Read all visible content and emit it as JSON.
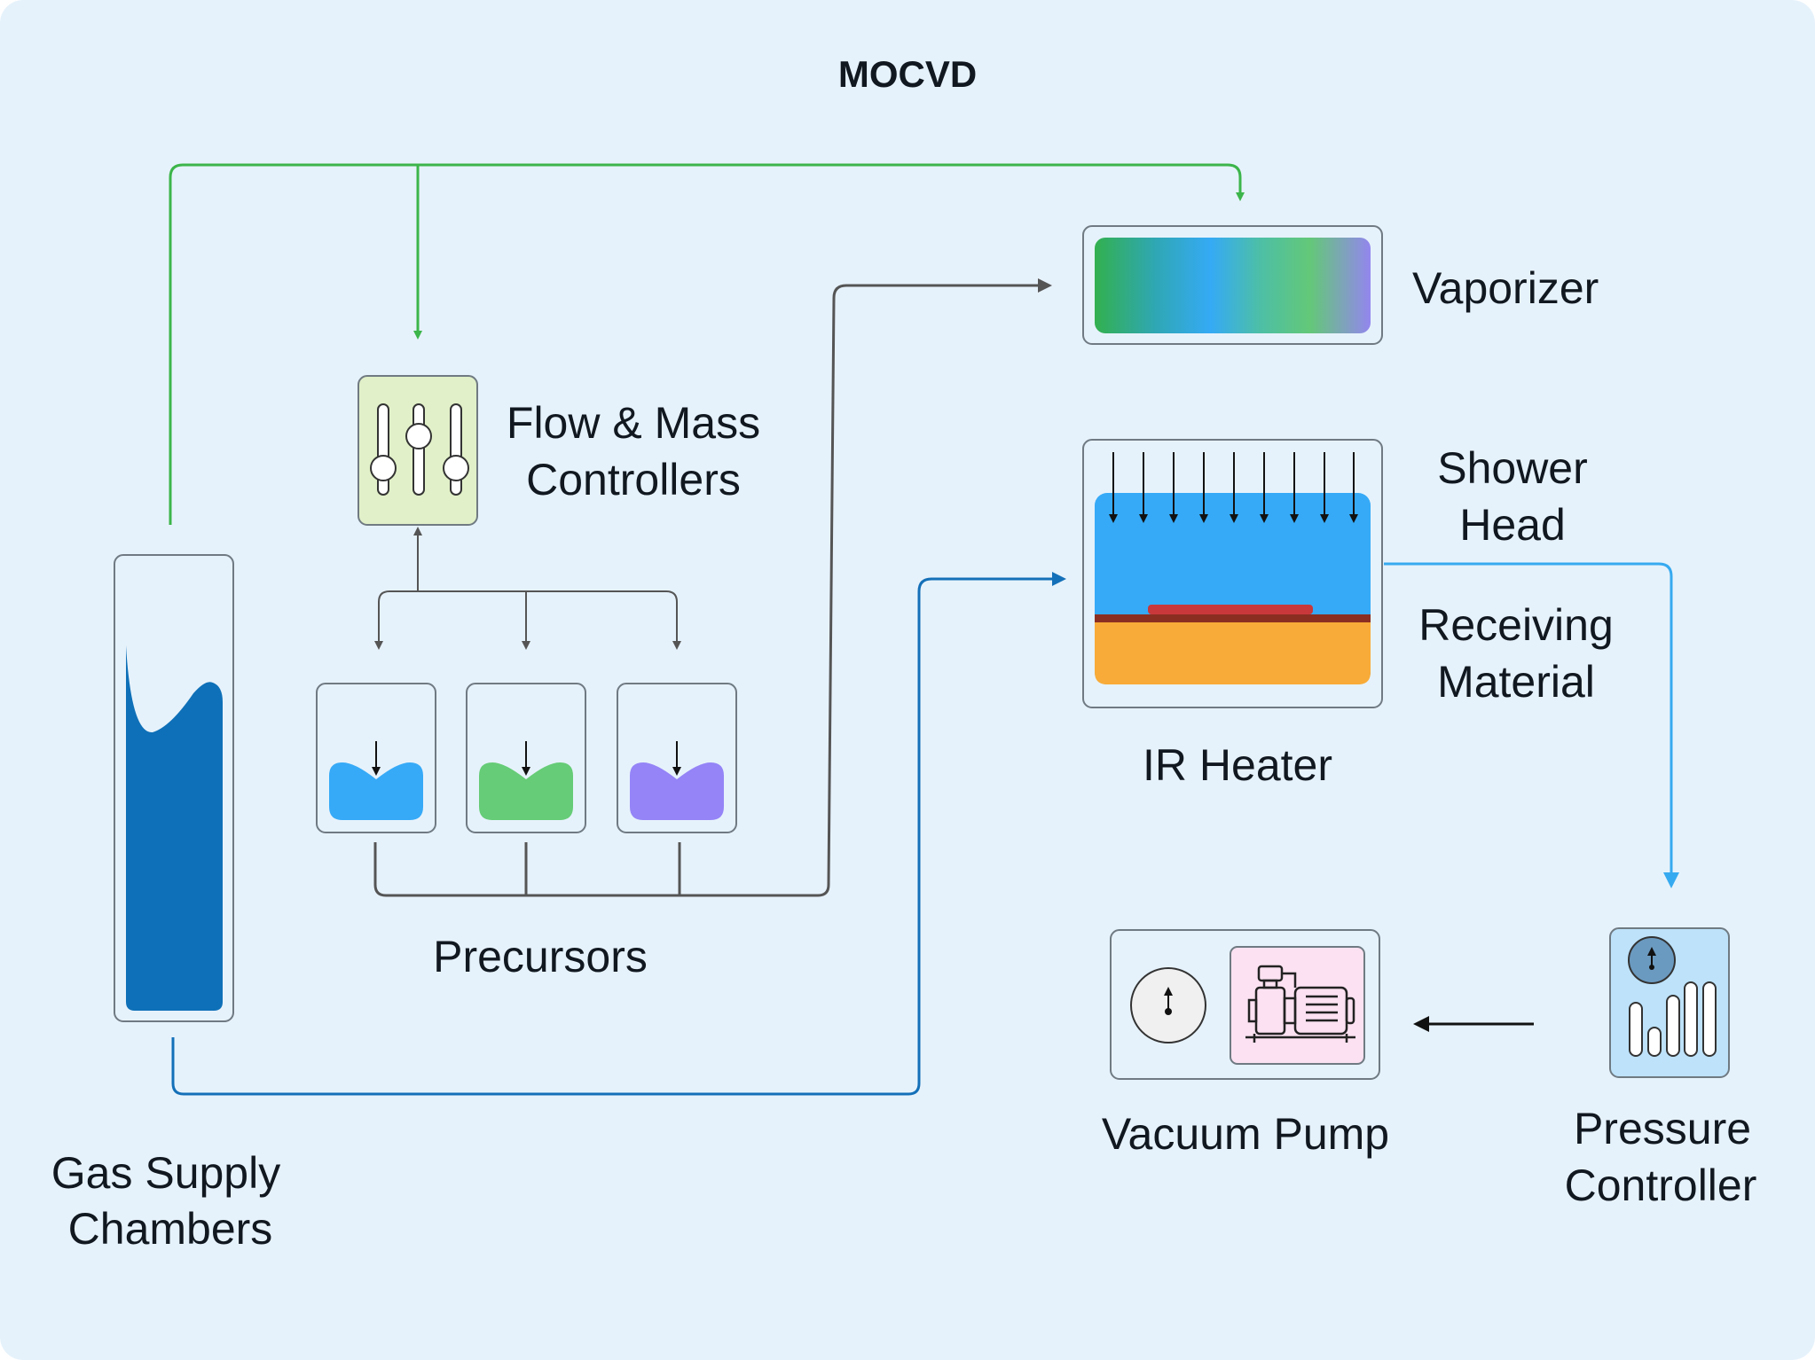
{
  "title": "MOCVD",
  "labels": {
    "vaporizer": "Vaporizer",
    "flow_mass_1": "Flow & Mass",
    "flow_mass_2": "Controllers",
    "shower_head_1": "Shower",
    "shower_head_2": "Head",
    "receiving_1": "Receiving",
    "receiving_2": "Material",
    "ir_heater": "IR Heater",
    "precursors": "Precursors",
    "vacuum_pump": "Vacuum Pump",
    "pressure_1": "Pressure",
    "pressure_2": "Controller",
    "gas_supply_1": "Gas Supply",
    "gas_supply_2": "Chambers"
  },
  "colors": {
    "background": "#e6f2fb",
    "gas_line": "#3cb54a",
    "supply_line": "#1470b8",
    "exhaust_line": "#36aaf0",
    "precursor_line": "#555555",
    "precursor_1": "#36aaf7",
    "precursor_2": "#66cc77",
    "precursor_3": "#9484f7",
    "gas_fill": "#0e70b8",
    "controller_box": "#e1f0c8",
    "heater_top": "#36aaf7",
    "heater_bottom": "#f8ab38",
    "receiving_strip": "#8b2e22",
    "pump_box": "#fbe1f1",
    "pressure_box": "#bde2fa"
  },
  "icons": [
    "slider-icon",
    "dial-gauge-icon",
    "pump-motor-icon",
    "signal-bars-icon",
    "down-arrow-icon"
  ]
}
